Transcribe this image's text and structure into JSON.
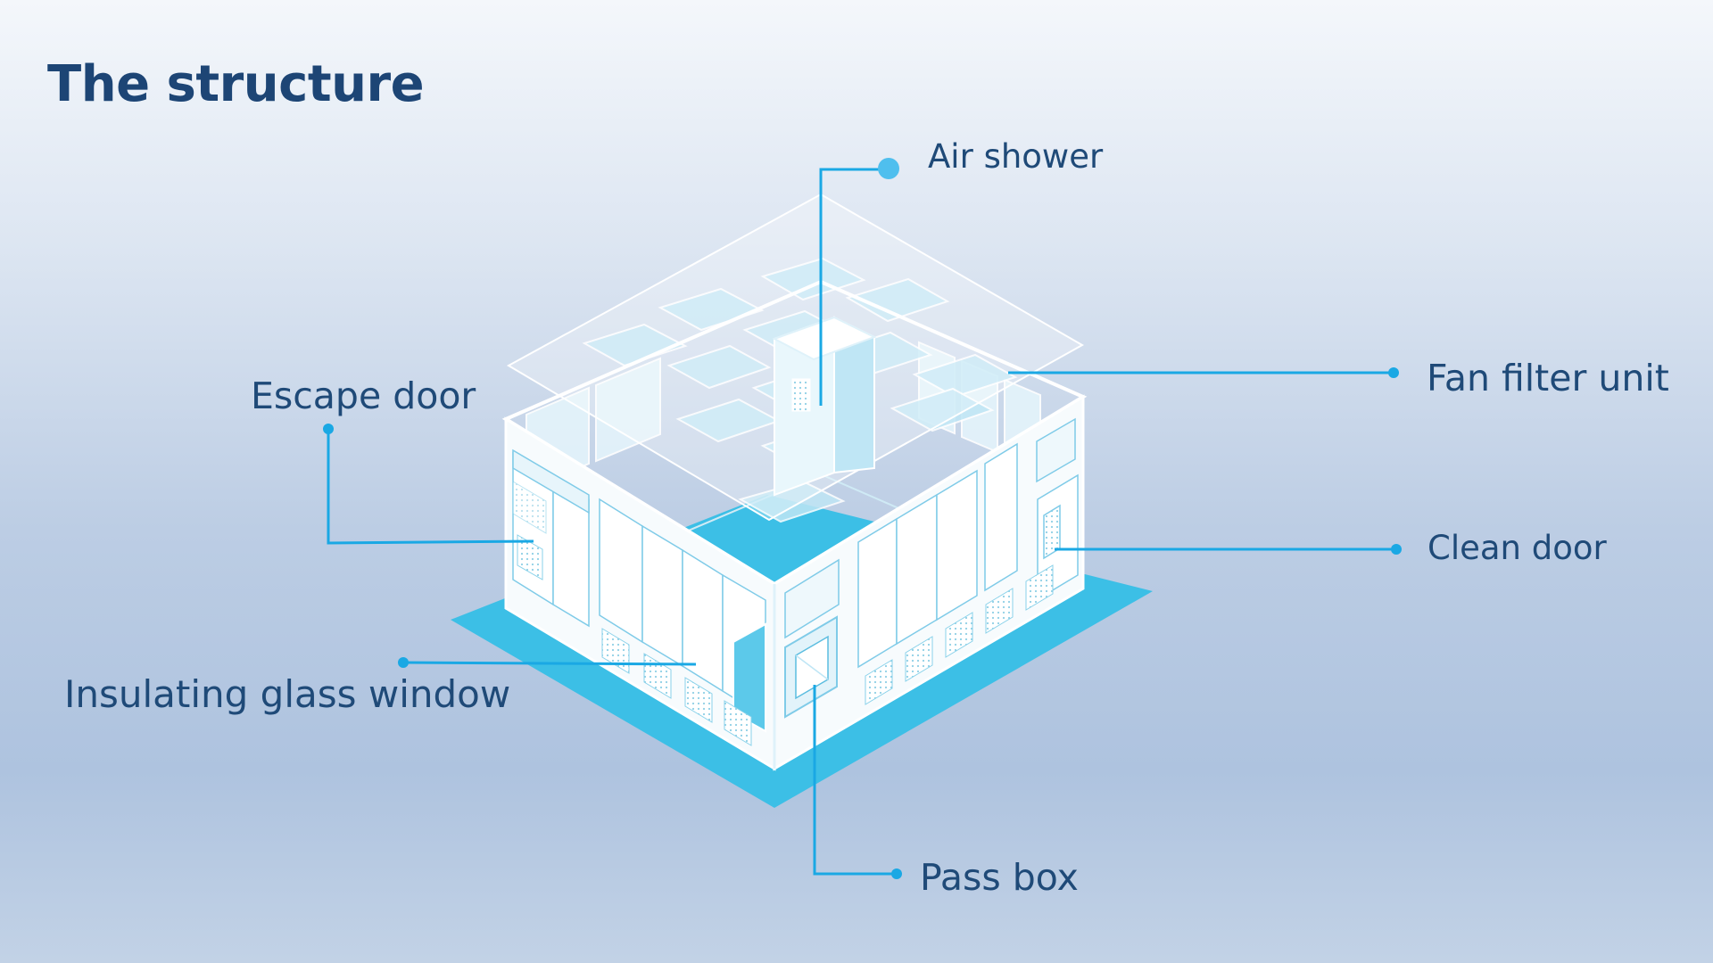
{
  "title": "The structure",
  "labels": {
    "air_shower": "Air shower",
    "escape_door": "Escape door",
    "fan_filter_unit": "Fan filter unit",
    "clean_door": "Clean door",
    "insulating_glass_window": "Insulating glass window",
    "pass_box": "Pass box"
  },
  "colors": {
    "title": "#1d4575",
    "label_text": "#1f4a78",
    "leader_line": "#1aa8e4",
    "floor": "#3cbfe6",
    "panel_tint": "#bfe6f5"
  }
}
